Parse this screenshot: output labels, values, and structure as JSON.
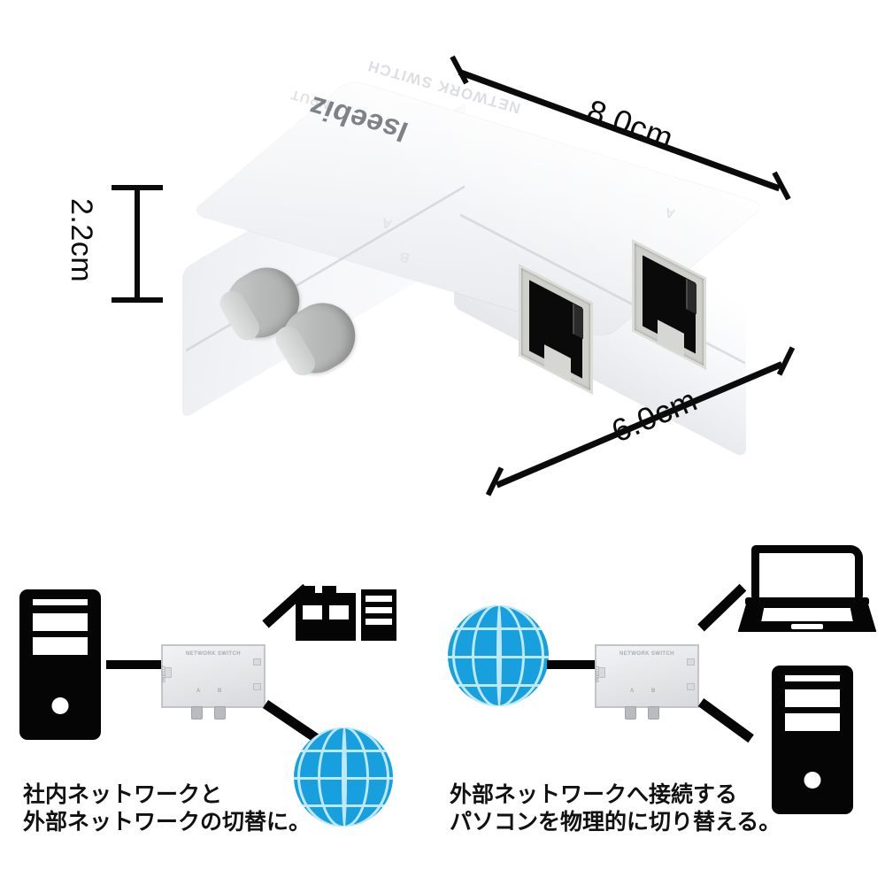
{
  "product": {
    "brand": "Iseebiz",
    "top_emboss_text": "NETWORK SWITCH",
    "top_emboss_text_2": "INPUT",
    "port_labels": [
      "A",
      "B"
    ],
    "ports": [
      {
        "name": "rj45-port-a",
        "label": "A"
      },
      {
        "name": "rj45-port-b",
        "label": "B"
      }
    ],
    "buttons": [
      {
        "name": "selector-knob-a",
        "label": "A"
      },
      {
        "name": "selector-knob-b",
        "label": "B"
      }
    ]
  },
  "dimensions": {
    "width": "8.0cm",
    "height": "2.2cm",
    "depth": "6.0cm"
  },
  "diagrams": {
    "left": {
      "caption_line1": "社内ネットワークと",
      "caption_line2": "外部ネットワークの切替に。",
      "switch_label": "NETWORK SWITCH",
      "switch_input_label": "INPUT",
      "switch_port_labels": [
        "A",
        "B"
      ],
      "nodes": [
        {
          "name": "desktop-pc-icon",
          "type": "desktop"
        },
        {
          "name": "network-switch-icon",
          "type": "switch"
        },
        {
          "name": "office-building-icon",
          "type": "building"
        },
        {
          "name": "globe-icon",
          "type": "globe"
        }
      ]
    },
    "right": {
      "caption_line1": "外部ネットワークへ接続する",
      "caption_line2": "パソコンを物理的に切り替える。",
      "switch_label": "NETWORK SWITCH",
      "switch_input_label": "INPUT",
      "switch_port_labels": [
        "A",
        "B"
      ],
      "nodes": [
        {
          "name": "globe-icon",
          "type": "globe"
        },
        {
          "name": "network-switch-icon",
          "type": "switch"
        },
        {
          "name": "laptop-icon",
          "type": "laptop"
        },
        {
          "name": "desktop-pc-icon",
          "type": "desktop"
        }
      ]
    }
  },
  "colors": {
    "globe_blue": "#17a0dd",
    "globe_grid": "#bfe9fb",
    "icon_black": "#050505",
    "dimension_black": "#0b0b0b",
    "brand_gray": "#6e7279",
    "background": "#ffffff"
  }
}
